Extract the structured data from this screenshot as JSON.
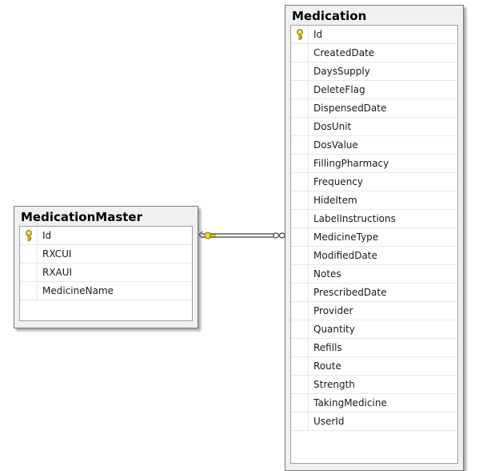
{
  "tables": {
    "medication_master": {
      "title": "MedicationMaster",
      "columns": [
        {
          "name": "Id",
          "primary_key": true
        },
        {
          "name": "RXCUI",
          "primary_key": false
        },
        {
          "name": "RXAUI",
          "primary_key": false
        },
        {
          "name": "MedicineName",
          "primary_key": false
        }
      ]
    },
    "medication": {
      "title": "Medication",
      "columns": [
        {
          "name": "Id",
          "primary_key": true
        },
        {
          "name": "CreatedDate",
          "primary_key": false
        },
        {
          "name": "DaysSupply",
          "primary_key": false
        },
        {
          "name": "DeleteFlag",
          "primary_key": false
        },
        {
          "name": "DispensedDate",
          "primary_key": false
        },
        {
          "name": "DosUnit",
          "primary_key": false
        },
        {
          "name": "DosValue",
          "primary_key": false
        },
        {
          "name": "FillingPharmacy",
          "primary_key": false
        },
        {
          "name": "Frequency",
          "primary_key": false
        },
        {
          "name": "HideItem",
          "primary_key": false
        },
        {
          "name": "LabelInstructions",
          "primary_key": false
        },
        {
          "name": "MedicineType",
          "primary_key": false
        },
        {
          "name": "ModifiedDate",
          "primary_key": false
        },
        {
          "name": "Notes",
          "primary_key": false
        },
        {
          "name": "PrescribedDate",
          "primary_key": false
        },
        {
          "name": "Provider",
          "primary_key": false
        },
        {
          "name": "Quantity",
          "primary_key": false
        },
        {
          "name": "Refills",
          "primary_key": false
        },
        {
          "name": "Route",
          "primary_key": false
        },
        {
          "name": "Strength",
          "primary_key": false
        },
        {
          "name": "TakingMedicine",
          "primary_key": false
        },
        {
          "name": "UserId",
          "primary_key": false
        }
      ]
    }
  },
  "relationship": {
    "from": "MedicationMaster",
    "to": "Medication",
    "from_end": "one-key",
    "to_end": "many-infinity"
  },
  "colors": {
    "key_icon": "#f2d21b",
    "key_icon_outline": "#8a6d00",
    "line": "#3a3a3a",
    "table_header_bg": "#f0f0f0"
  }
}
